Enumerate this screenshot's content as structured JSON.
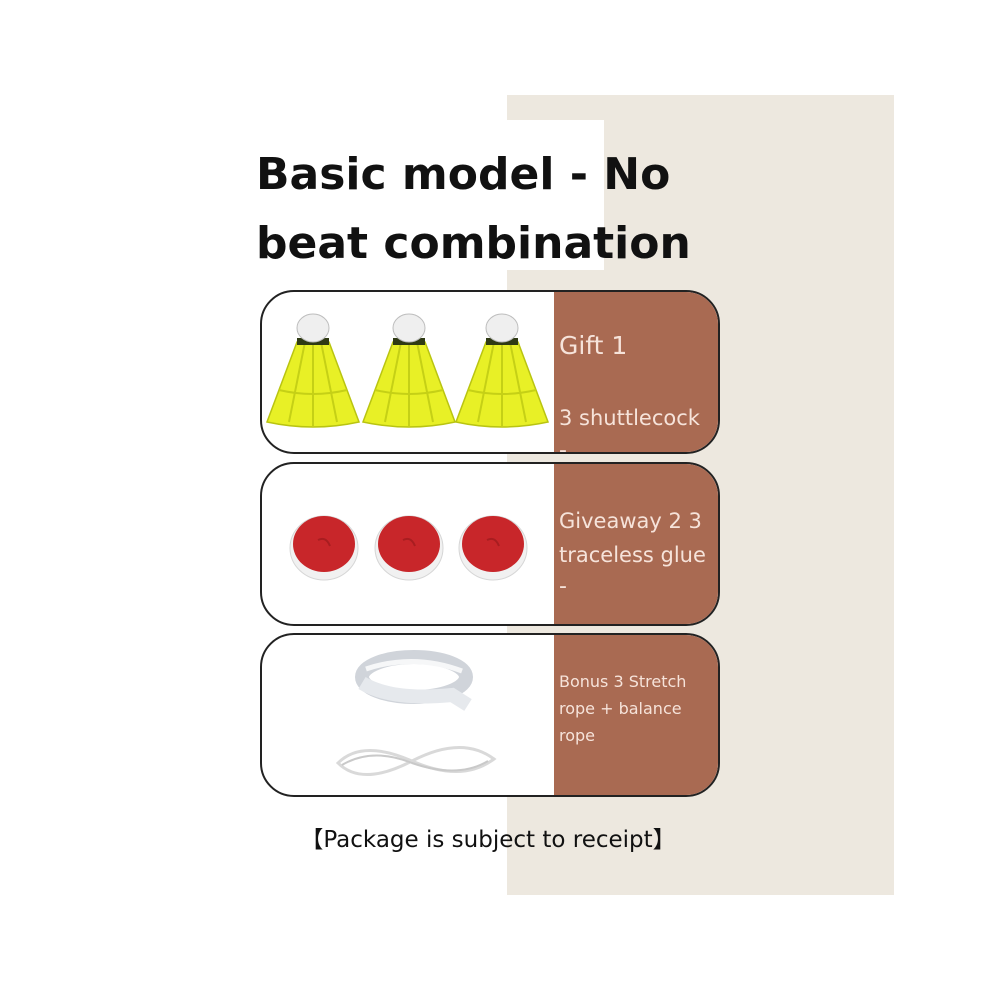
{
  "title": "Basic model - No beat combination",
  "items": [
    {
      "label": "Gift 1",
      "sub": "3 shuttlecock",
      "dash": "-",
      "image": "shuttlecock-icon"
    },
    {
      "label": "Giveaway 2 3\ntraceless glue",
      "dash": "-",
      "image": "glue-dot-icon"
    },
    {
      "label": "Bonus 3 Stretch rope + balance rope",
      "image": "rope-icon"
    }
  ],
  "footer": "【Package is subject to receipt】",
  "colors": {
    "label_bg": "#a96a52",
    "label_text": "#f6e3da",
    "beige_bg": "#ede8df",
    "shuttle_yellow": "#e8f026",
    "glue_red": "#c8262a"
  }
}
